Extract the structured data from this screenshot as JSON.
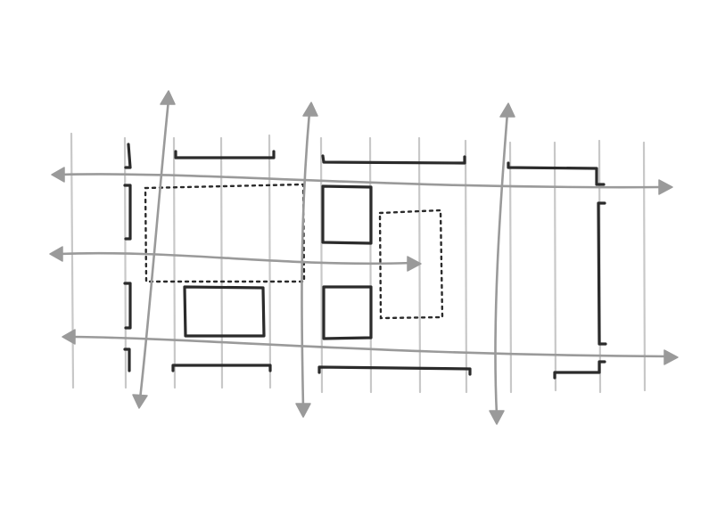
{
  "diagram": {
    "elements": {
      "grid_lines": "grid-lines",
      "walls": "walls",
      "solid_blocks": "solid-blocks",
      "dashed_zones": "dashed-zones",
      "flow_arrows": "flow-arrows"
    },
    "colors": {
      "background": "#ffffff",
      "grid_line": "#c8c8c8",
      "wall": "#2b2b2b",
      "flow_arrow": "#9a9a9a"
    }
  }
}
